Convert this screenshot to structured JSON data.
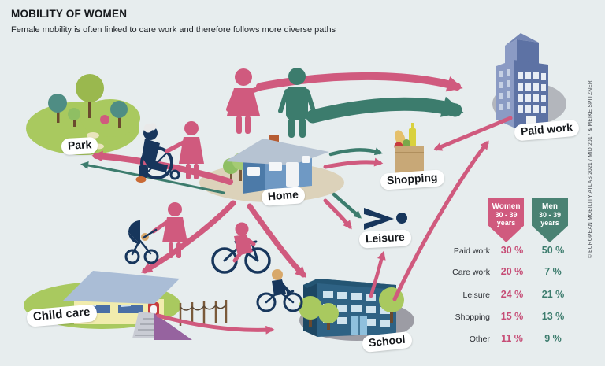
{
  "header": {
    "title": "MOBILITY OF WOMEN",
    "subtitle": "Female mobility is often linked to care work and therefore follows more diverse paths"
  },
  "credit": "© EUROPEAN MOBILITY ATLAS 2021 / MID 2017 & MEIKE SPITZNER",
  "locations": {
    "park": "Park",
    "home": "Home",
    "shopping": "Shopping",
    "paid_work": "Paid work",
    "leisure": "Leisure",
    "child_care": "Child care",
    "school": "School"
  },
  "colors": {
    "women_accent": "#d05a7e",
    "men_accent": "#3c7c6d",
    "figure_navy": "#17365c",
    "background": "#e7edee"
  },
  "table": {
    "women_header": {
      "group": "Women",
      "range": "30 - 39",
      "unit": "years"
    },
    "men_header": {
      "group": "Men",
      "range": "30 - 39",
      "unit": "years"
    },
    "rows": [
      {
        "label": "Paid work",
        "women": "30 %",
        "men": "50 %"
      },
      {
        "label": "Care work",
        "women": "20 %",
        "men": "7 %"
      },
      {
        "label": "Leisure",
        "women": "24 %",
        "men": "21 %"
      },
      {
        "label": "Shopping",
        "women": "15 %",
        "men": "13 %"
      },
      {
        "label": "Other",
        "women": "11 %",
        "men": "9 %"
      }
    ]
  },
  "chart_data": {
    "type": "table",
    "title": "MOBILITY OF WOMEN",
    "categories": [
      "Paid work",
      "Care work",
      "Leisure",
      "Shopping",
      "Other"
    ],
    "series": [
      {
        "name": "Women 30 - 39 years",
        "values": [
          30,
          20,
          24,
          15,
          11
        ]
      },
      {
        "name": "Men 30 - 39 years",
        "values": [
          50,
          7,
          21,
          13,
          9
        ]
      }
    ],
    "unit": "%"
  }
}
